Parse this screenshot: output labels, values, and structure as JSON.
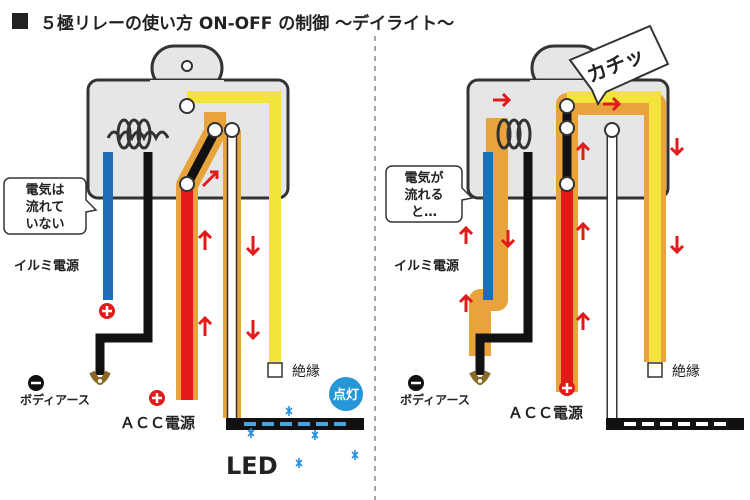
{
  "title": "５極リレーの使い方 ON-OFF の制御 〜デイライト〜",
  "left_panel": {
    "bubble_line1": "電気は",
    "bubble_line2": "流れて",
    "bubble_line3": "いない",
    "illumi_label": "イルミ電源",
    "body_earth_label": "ボディアース",
    "acc_label": "ＡＣＣ電源",
    "insulation_label": "絶縁",
    "lit_badge": "点灯",
    "led_label": "LED"
  },
  "right_panel": {
    "click_sound": "カチッ",
    "bubble_line1": "電気が",
    "bubble_line2": "流れる",
    "bubble_line3": "と…",
    "illumi_label": "イルミ電源",
    "body_earth_label": "ボディアース",
    "acc_label": "ＡＣＣ電源",
    "insulation_label": "絶縁"
  },
  "colors": {
    "relay_body": "#e6e6e6",
    "relay_outline": "#333333",
    "wire_yellow": "#f2e43a",
    "wire_red": "#e11a1a",
    "wire_blue": "#1e6fb8",
    "wire_black": "#111111",
    "glow_orange": "#e8a33d",
    "arrow_red": "#e01b1b",
    "badge_blue": "#2596d6",
    "led_spark": "#2a8fd6"
  }
}
